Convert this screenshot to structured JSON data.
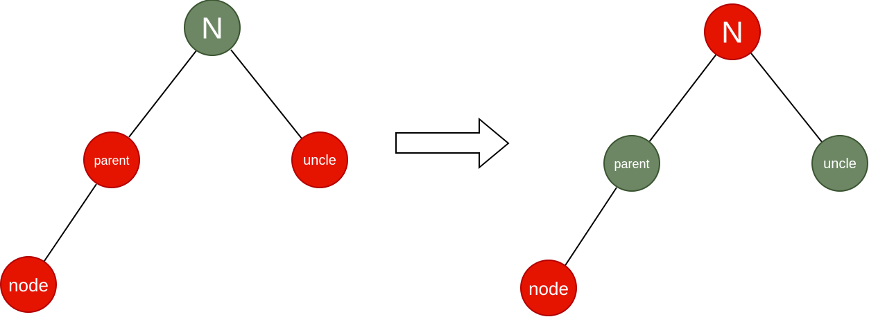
{
  "colors": {
    "red_fill": "#e51400",
    "red_stroke": "#b20000",
    "green_fill": "#6d8764",
    "green_stroke": "#3a5431",
    "arrow_stroke": "#000000",
    "arrow_fill": "#ffffff"
  },
  "before": {
    "root": {
      "label": "N",
      "color": "green"
    },
    "parent": {
      "label": "parent",
      "color": "red"
    },
    "uncle": {
      "label": "uncle",
      "color": "red"
    },
    "node": {
      "label": "node",
      "color": "red"
    }
  },
  "after": {
    "root": {
      "label": "N",
      "color": "red"
    },
    "parent": {
      "label": "parent",
      "color": "green"
    },
    "uncle": {
      "label": "uncle",
      "color": "green"
    },
    "node": {
      "label": "node",
      "color": "red"
    }
  }
}
